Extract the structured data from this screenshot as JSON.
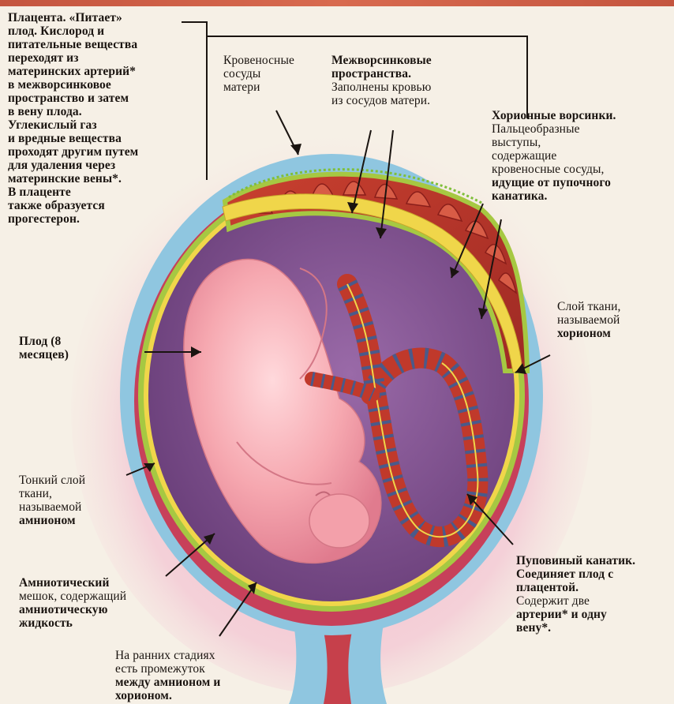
{
  "labels": {
    "placenta": [
      {
        "text": "Плацента. «Питает»",
        "bold": true
      },
      {
        "text": "плод. Кислород и",
        "bold": true
      },
      {
        "text": "питательные вещества",
        "bold": true
      },
      {
        "text": "переходят из",
        "bold": true
      },
      {
        "text": "материнских артерий*",
        "bold": true
      },
      {
        "text": "в межворсинковое",
        "bold": true
      },
      {
        "text": "пространство и затем",
        "bold": true
      },
      {
        "text": "в вену плода.",
        "bold": true
      },
      {
        "text": "Углекислый газ",
        "bold": true
      },
      {
        "text": "и вредные вещества",
        "bold": true
      },
      {
        "text": "проходят другим путем",
        "bold": true
      },
      {
        "text": "для удаления через",
        "bold": true
      },
      {
        "text": "материнские вены*.",
        "bold": true
      },
      {
        "text": "В плаценте",
        "bold": true
      },
      {
        "text": "также образуется",
        "bold": true
      },
      {
        "text": "прогестерон.",
        "bold": true
      }
    ],
    "maternal_vessels": [
      {
        "text": "Кровеносные",
        "bold": false
      },
      {
        "text": "сосуды",
        "bold": false
      },
      {
        "text": "матери",
        "bold": false
      }
    ],
    "intervillous": [
      {
        "text": "Межворсинковые",
        "bold": true
      },
      {
        "text": "пространства.",
        "bold": true
      },
      {
        "text": "Заполнены кровью",
        "bold": false
      },
      {
        "text": "из сосудов матери.",
        "bold": false
      }
    ],
    "chorionic_villi": [
      {
        "text": "Хорионные ворсинки.",
        "bold": true
      },
      {
        "text": "Пальцеобразные",
        "bold": false
      },
      {
        "text": "выступы,",
        "bold": false
      },
      {
        "text": "содержащие",
        "bold": false
      },
      {
        "text": "кровеносные сосуды,",
        "bold": false
      },
      {
        "text": "идущие от пупочного",
        "bold": true
      },
      {
        "text": "канатика.",
        "bold": true
      }
    ],
    "chorion": [
      {
        "text": "Слой ткани,",
        "bold": false
      },
      {
        "text": "называемой",
        "bold": false
      },
      {
        "text": "хорионом",
        "bold": true
      }
    ],
    "fetus": [
      {
        "text": "Плод (8",
        "bold": true
      },
      {
        "text": "месяцев)",
        "bold": true
      }
    ],
    "amnion": [
      {
        "text": "Тонкий слой",
        "bold": false
      },
      {
        "text": "ткани,",
        "bold": false
      },
      {
        "text": "называемой",
        "bold": false
      },
      {
        "text": "амнионом",
        "bold": true
      }
    ],
    "amniotic_sac": [
      {
        "text": "Амниотический",
        "bold": true
      },
      {
        "text": "мешок, содержащий",
        "bold": false
      },
      {
        "text": "амниотическую",
        "bold": true
      },
      {
        "text": "жидкость",
        "bold": true
      }
    ],
    "early_stages": [
      {
        "text": "На ранних стадиях",
        "bold": false
      },
      {
        "text": "есть промежуток",
        "bold": false
      },
      {
        "text": "между амнионом и",
        "bold": true
      },
      {
        "text": "хорионом.",
        "bold": true
      }
    ],
    "umbilical_cord": [
      {
        "text": "Пуповиный канатик.",
        "bold": true
      },
      {
        "text": "Соединяет плод с",
        "bold": true
      },
      {
        "text": "плацентой.",
        "bold": true
      },
      {
        "text": "Содержит две",
        "bold": false
      },
      {
        "text": "артерии* и одну",
        "bold": true
      },
      {
        "text": "вену*.",
        "bold": true
      }
    ]
  },
  "colors": {
    "background": "#f6f0e6",
    "uterus_outer": "#8fc6e0",
    "uterus_pink_glow": "#f2b6cc",
    "chorion_green": "#a6c842",
    "chorion_yellow": "#f0d64a",
    "placenta_red": "#b8312a",
    "amniotic_purple": "#7a4f8a",
    "fetus_pink": "#f6a8b0",
    "umbilical_red": "#c0392b",
    "umbilical_vein": "#4a5a8a",
    "leader_line": "#1a1410"
  }
}
